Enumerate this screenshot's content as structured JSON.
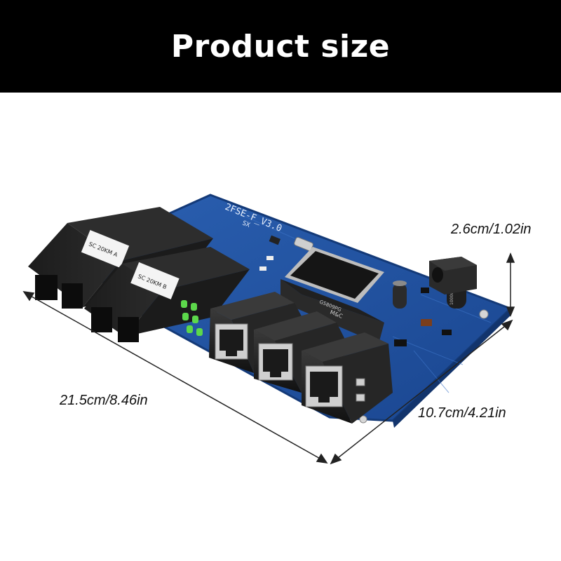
{
  "header": {
    "title": "Product size"
  },
  "dimensions": {
    "height": "2.6cm/1.02in",
    "length": "21.5cm/8.46in",
    "width": "10.7cm/4.21in"
  },
  "board": {
    "pcb_text": "2FSE-F_V3.0",
    "pcb_text2": "SX",
    "module_a_label": "SC 20KM A",
    "module_b_label": "SC 20KM B",
    "chip_label": "M&C",
    "chip_label2": "GS809PG",
    "cap_label": "1000uF"
  },
  "colors": {
    "banner": "#000000",
    "pcb": "#1f4f9a",
    "pcb_edge": "#143a78"
  }
}
